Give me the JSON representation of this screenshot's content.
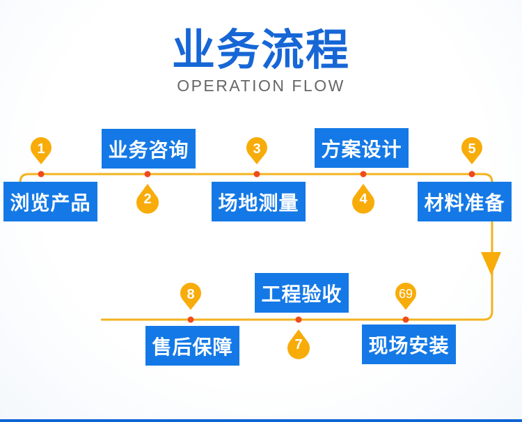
{
  "header": {
    "title": "业务流程",
    "subtitle": "OPERATION FLOW"
  },
  "colors": {
    "title": "#1666d6",
    "box": "#1479e6",
    "line": "#f2b31e",
    "pin": "#f8ac0a",
    "dot": "#f04a1c",
    "bottom_bar": "#0f65d4"
  },
  "steps": [
    {
      "marker": "1",
      "label": "浏览产品"
    },
    {
      "marker": "2",
      "label": "业务咨询"
    },
    {
      "marker": "3",
      "label": "场地测量"
    },
    {
      "marker": "4",
      "label": "方案设计"
    },
    {
      "marker": "5",
      "label": "材料准备"
    },
    {
      "marker": "69",
      "label": "现场安装"
    },
    {
      "marker": "7",
      "label": "工程验收"
    },
    {
      "marker": "8",
      "label": "售后保障"
    }
  ]
}
